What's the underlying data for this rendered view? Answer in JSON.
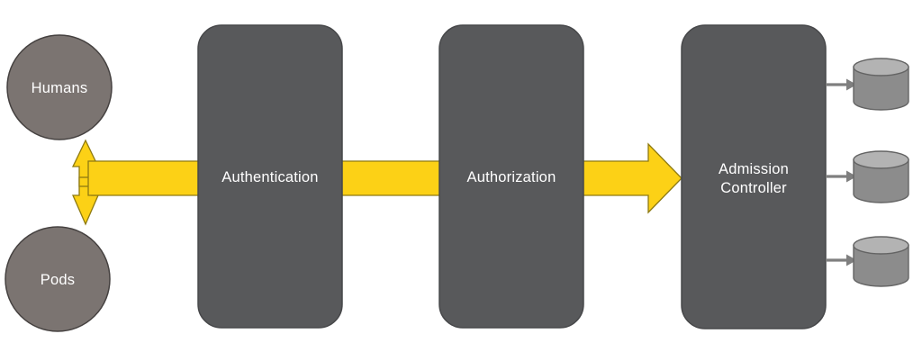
{
  "diagram": {
    "nodes": {
      "humans": {
        "label": "Humans"
      },
      "pods": {
        "label": "Pods"
      },
      "authentication": {
        "label": "Authentication"
      },
      "authorization": {
        "label": "Authorization"
      },
      "admission_controller": {
        "label": "Admission Controller",
        "line1": "Admission",
        "line2": "Controller"
      }
    },
    "datastores": {
      "count": 3,
      "icon": "database-cylinder-icon"
    },
    "arrows": {
      "humans_pods": "bidirectional",
      "main_flow": "left-to-right",
      "store_links": 3
    }
  },
  "colors": {
    "background": "#ffffff",
    "box_fill": "#58595b",
    "box_stroke": "#47484a",
    "circle_fill": "#7b7471",
    "circle_stroke": "#454140",
    "arrow_fill": "#fcd116",
    "arrow_stroke": "#8e7a12",
    "cylinder_body": "#8c8c8c",
    "cylinder_top": "#b3b3b3",
    "cylinder_stroke": "#646464",
    "connector_arrow": "#7f7f7f",
    "label_text": "#ffffff"
  }
}
